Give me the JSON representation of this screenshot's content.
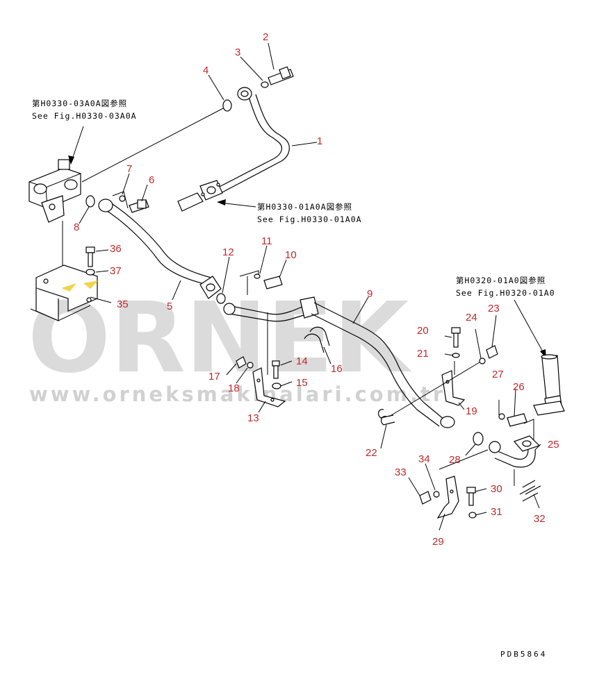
{
  "references": {
    "h0330_03a0a_jp": "第H0330-03A0A図参照",
    "h0330_03a0a_en": "See Fig.H0330-03A0A",
    "h0330_01a0a_jp": "第H0330-01A0A図参照",
    "h0330_01a0a_en": "See Fig.H0330-01A0A",
    "h0320_01a0_jp": "第H0320-01A0図参照",
    "h0320_01a0_en": "See Fig.H0320-01A0"
  },
  "watermark": {
    "brand": "ORNEK",
    "site": "www.orneksmakinalari.com.tr"
  },
  "drawing_code": "PDB5864",
  "part_numbers": [
    {
      "id": "p1",
      "label": "1"
    },
    {
      "id": "p2",
      "label": "2"
    },
    {
      "id": "p3",
      "label": "3"
    },
    {
      "id": "p4",
      "label": "4"
    },
    {
      "id": "p5",
      "label": "5"
    },
    {
      "id": "p6",
      "label": "6"
    },
    {
      "id": "p7",
      "label": "7"
    },
    {
      "id": "p8",
      "label": "8"
    },
    {
      "id": "p9",
      "label": "9"
    },
    {
      "id": "p10",
      "label": "10"
    },
    {
      "id": "p11",
      "label": "11"
    },
    {
      "id": "p12",
      "label": "12"
    },
    {
      "id": "p13",
      "label": "13"
    },
    {
      "id": "p14",
      "label": "14"
    },
    {
      "id": "p15",
      "label": "15"
    },
    {
      "id": "p16",
      "label": "16"
    },
    {
      "id": "p17",
      "label": "17"
    },
    {
      "id": "p18",
      "label": "18"
    },
    {
      "id": "p19",
      "label": "19"
    },
    {
      "id": "p20",
      "label": "20"
    },
    {
      "id": "p21",
      "label": "21"
    },
    {
      "id": "p22",
      "label": "22"
    },
    {
      "id": "p23",
      "label": "23"
    },
    {
      "id": "p24",
      "label": "24"
    },
    {
      "id": "p25",
      "label": "25"
    },
    {
      "id": "p26",
      "label": "26"
    },
    {
      "id": "p27",
      "label": "27"
    },
    {
      "id": "p28",
      "label": "28"
    },
    {
      "id": "p29",
      "label": "29"
    },
    {
      "id": "p30",
      "label": "30"
    },
    {
      "id": "p31",
      "label": "31"
    },
    {
      "id": "p32",
      "label": "32"
    },
    {
      "id": "p33",
      "label": "33"
    },
    {
      "id": "p34",
      "label": "34"
    },
    {
      "id": "p35",
      "label": "35"
    },
    {
      "id": "p36",
      "label": "36"
    },
    {
      "id": "p37",
      "label": "37"
    }
  ],
  "colors": {
    "callout": "#c0282a",
    "line": "#000000",
    "watermark": "#9a9a9a"
  }
}
